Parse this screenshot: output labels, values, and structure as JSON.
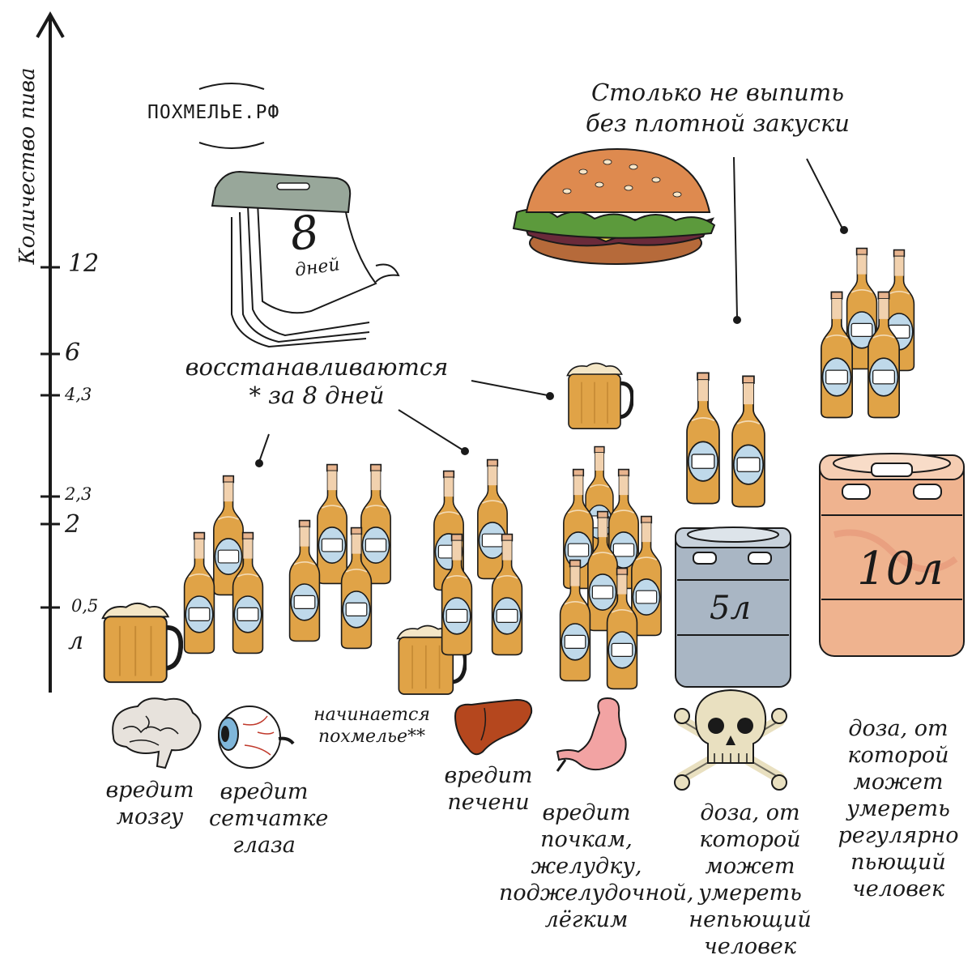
{
  "axis": {
    "title": "Количество пива",
    "unit": "л",
    "ticks": [
      "12",
      "6",
      "4,3",
      "2,3",
      "2",
      "0,5"
    ]
  },
  "site_logo": "ПОХМЕЛЬЕ.РФ",
  "calendar": {
    "number": "8",
    "word": "дней"
  },
  "recovery_note": "восстанавливаются * за 8 дней",
  "burger_note": "Столько не выпить без плотной закуски",
  "keg_labels": {
    "small": "5л",
    "large": "10л"
  },
  "captions": {
    "brain": "вредит мозгу",
    "eye": "вредит сетчатке глаза",
    "hangover": "начинается похмелье**",
    "liver": "вредит печени",
    "organs": "вредит почкам, желудку, поджелудочной, лёгким",
    "nondrinker": "доза, от которой может умереть непьющий человек",
    "drinker": "доза, от которой может умереть регулярно пьющий человек"
  },
  "colors": {
    "beer": "#E0A347",
    "foam": "#F4E6C6",
    "bottle_label": "#BFD9EA",
    "keg_steel": "#A9B6C4",
    "keg_copper": "#EFB38F",
    "ink": "#1a1a1a"
  },
  "icons": [
    "brain-icon",
    "eyeball-icon",
    "liver-icon",
    "stomach-icon",
    "skull-crossbones-icon",
    "burger-icon",
    "calendar-icon"
  ]
}
